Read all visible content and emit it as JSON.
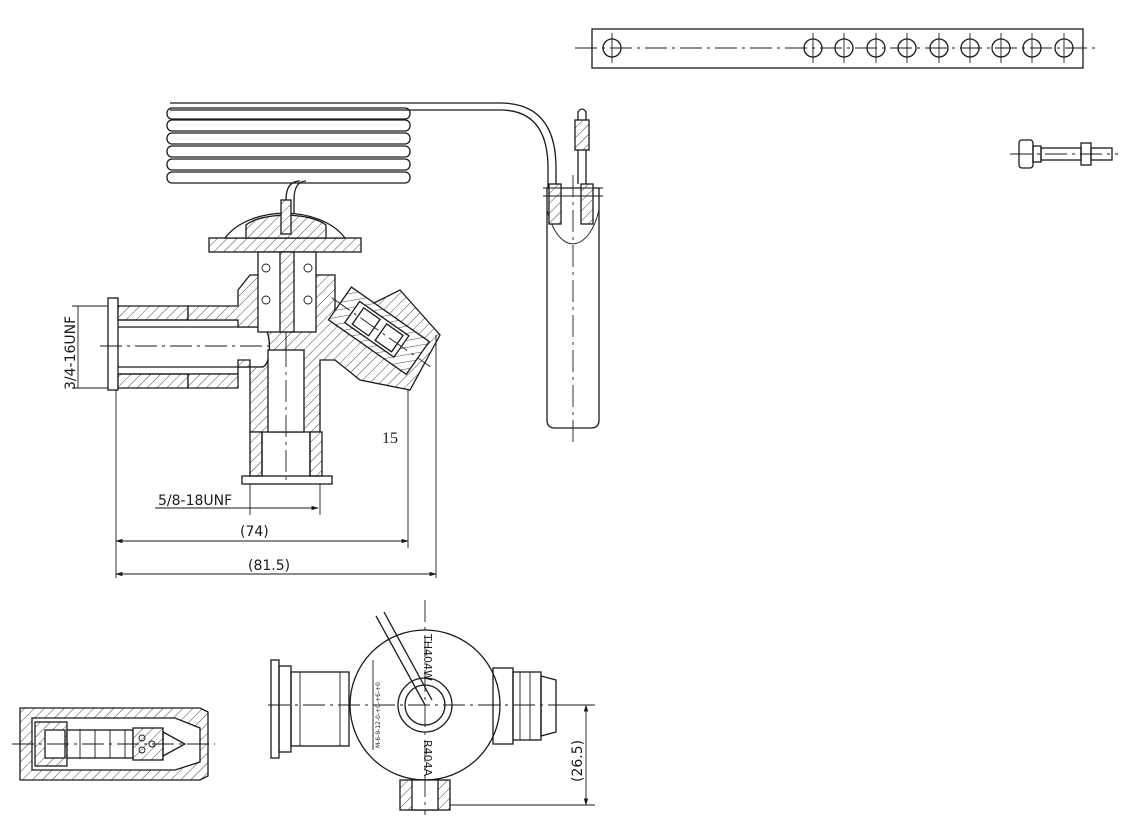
{
  "dimensions": {
    "inlet_thread": "3/4-16UNF",
    "outlet_thread": "5/8-18UNF",
    "depth_small": "15",
    "width_inner": "(74)",
    "width_outer": "(81.5)",
    "height_bottom": "(26.5)"
  },
  "valve_labels": {
    "model": "TH404W",
    "refrigerant": "R404A",
    "scale": "M-6-9-12-0-+0-+6-+0"
  }
}
